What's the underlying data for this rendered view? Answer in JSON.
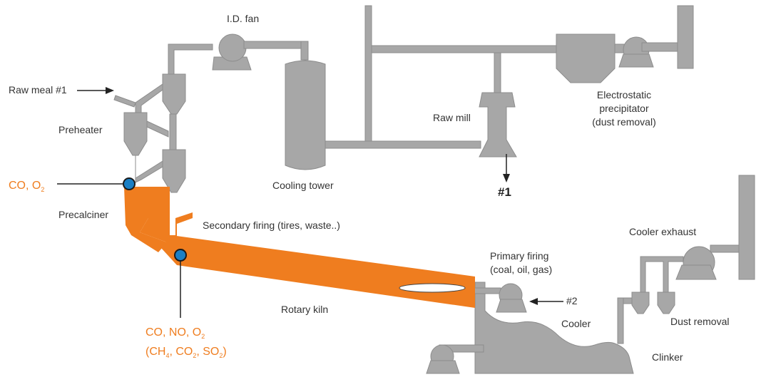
{
  "labels": {
    "id_fan": "I.D. fan",
    "raw_meal": "Raw meal #1",
    "preheater": "Preheater",
    "precalciner": "Precalciner",
    "cooling_tower": "Cooling tower",
    "raw_mill": "Raw mill",
    "esp_line1": "Electrostatic",
    "esp_line2": "precipitator",
    "esp_line3": "(dust removal)",
    "secondary_firing": "Secondary firing (tires, waste..)",
    "primary_firing_line1": "Primary firing",
    "primary_firing_line2": "(coal, oil, gas)",
    "rotary_kiln": "Rotary kiln",
    "cooler": "Cooler",
    "cooler_exhaust": "Cooler exhaust",
    "dust_removal": "Dust removal",
    "clinker": "Clinker",
    "marker_1": "#1",
    "marker_2": "#2"
  },
  "sample_points": {
    "top": {
      "prefix": "CO, O",
      "sub": "2"
    },
    "kiln_line1": {
      "prefix": "CO, NO, O",
      "sub": "2"
    },
    "kiln_line2": {
      "open": "(CH",
      "sub1": "4",
      "mid1": ", CO",
      "sub2": "2",
      "mid2": ", SO",
      "sub3": "2",
      "close": ")"
    }
  },
  "colors": {
    "equipment": "#a7a7a7",
    "equipment_stroke": "#8c8c8c",
    "kiln": "#ef7d1f",
    "sample_dot": "#1a7fc4",
    "arrow": "#222222"
  }
}
